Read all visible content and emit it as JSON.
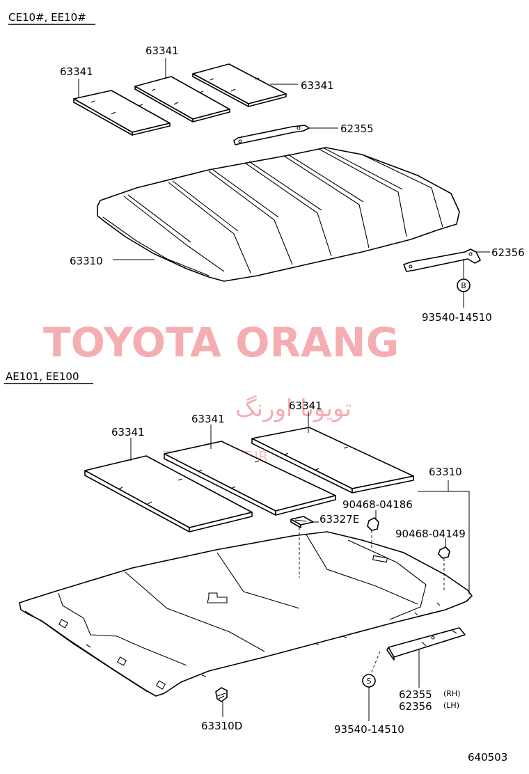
{
  "sections": {
    "top": "CE10#, EE10#",
    "bottom": "AE101, EE100"
  },
  "watermark": {
    "main": "TOYOTA ORANG",
    "persian": "تویوتا اورنگ",
    "url": "TOYOTAPART.IR"
  },
  "top_labels": {
    "pad_left": "63341",
    "pad_mid": "63341",
    "pad_right": "63341",
    "rail": "62355",
    "headlining": "63310",
    "rail_lh": "62356",
    "clip_symbol": "B",
    "clip_part": "93540-14510"
  },
  "bottom_labels": {
    "pad_left": "63341",
    "pad_mid": "63341",
    "pad_right": "63341",
    "headlining": "63310",
    "clip_a": "90468-04186",
    "holder": "63327E",
    "clip_b": "90468-04149",
    "fastener": "63310D",
    "clip_symbol": "S",
    "clip_part": "93540-14510",
    "rail_rh": "62355",
    "rail_rh_note": "(RH)",
    "rail_lh": "62356",
    "rail_lh_note": "(LH)"
  },
  "figure_number": "640503",
  "colors": {
    "watermark": "#f4aeb2",
    "lines": "#000000"
  }
}
